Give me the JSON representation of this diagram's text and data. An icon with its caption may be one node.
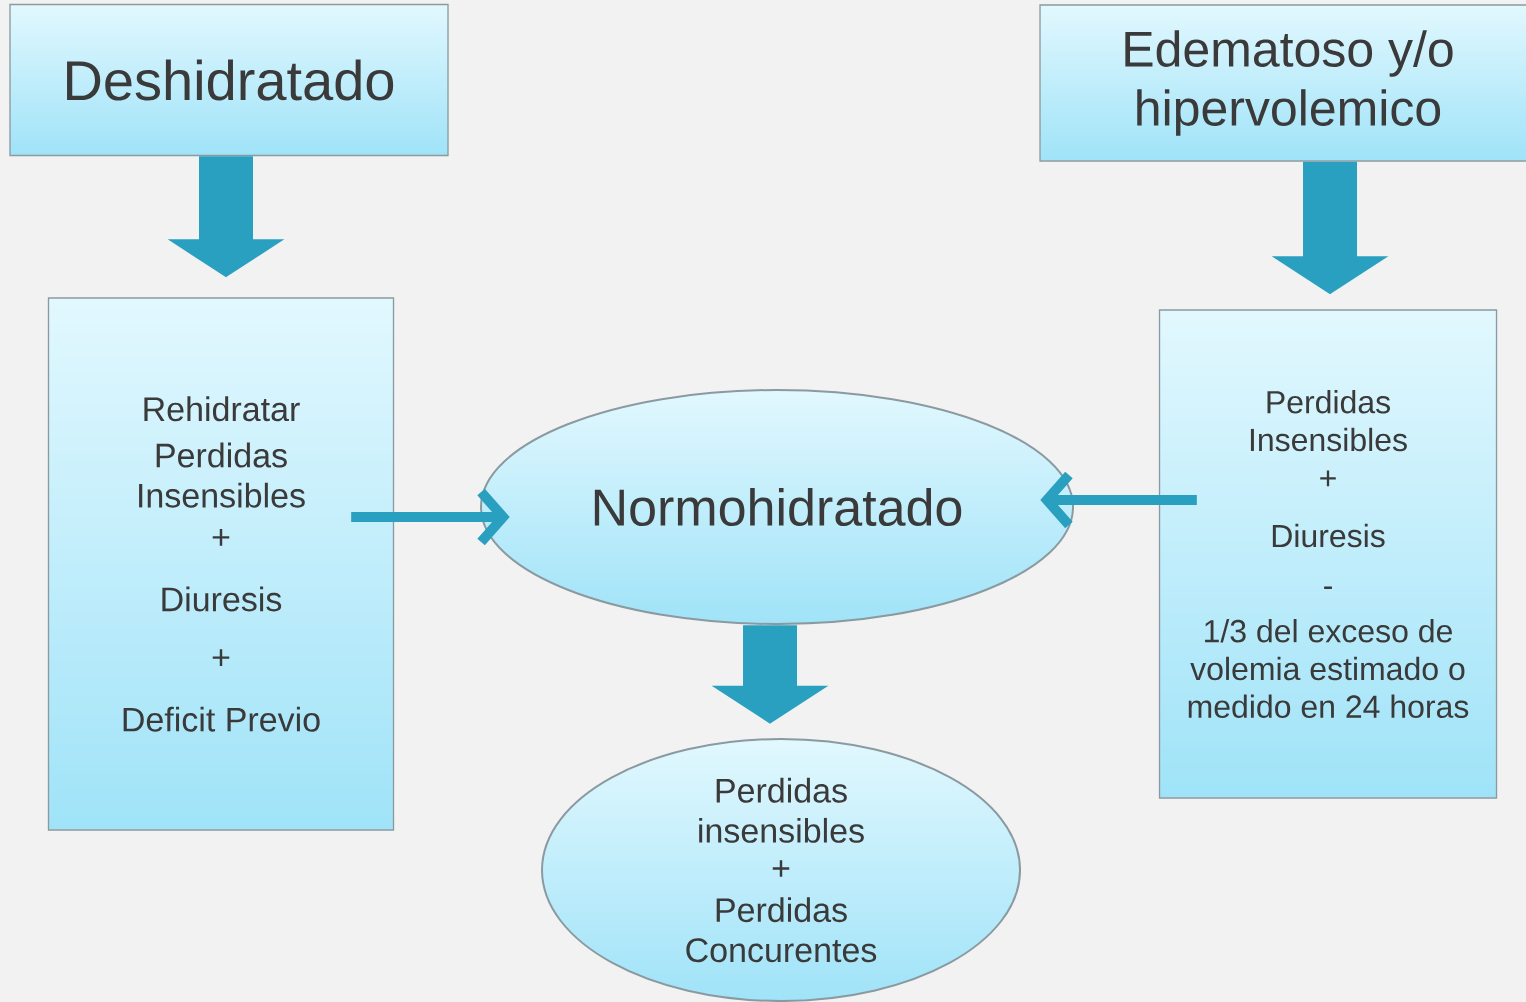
{
  "diagram": {
    "nodes": [
      {
        "text": [
          "Deshidratado"
        ]
      },
      {
        "text": [
          "Edematoso y/o hipervolemico"
        ]
      },
      {
        "text": [
          "Rehidratar",
          "Perdidas Insensibles",
          "+",
          "Diuresis",
          "+",
          "Deficit Previo"
        ]
      },
      {
        "text": [
          "Normohidratado"
        ]
      },
      {
        "text": [
          "Perdidas Insensibles",
          "+",
          "Diuresis",
          "-",
          "1/3 del exceso de volemia estimado o medido en 24 horas"
        ]
      },
      {
        "text": [
          "Perdidas insensibles",
          "+",
          "Perdidas Concurentes"
        ]
      }
    ],
    "edges": [
      {
        "from": 0,
        "to": 2,
        "arrow": "to"
      },
      {
        "from": 1,
        "to": 4,
        "arrow": "to"
      },
      {
        "from": 2,
        "to": 3,
        "arrow": "to"
      },
      {
        "from": 4,
        "to": 3,
        "arrow": "to"
      },
      {
        "from": 3,
        "to": 5,
        "arrow": "to"
      }
    ]
  }
}
